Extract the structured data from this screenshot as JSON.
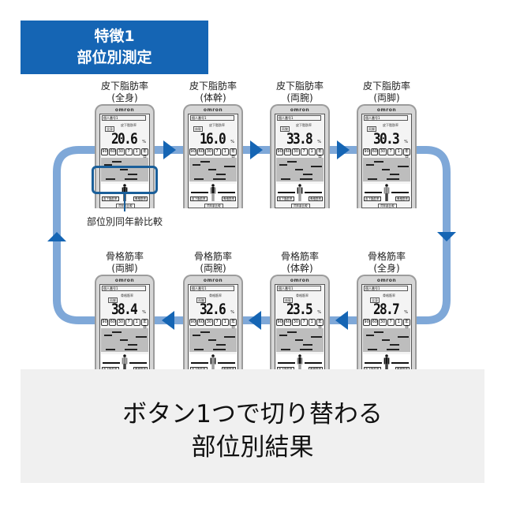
{
  "header": {
    "line1": "特徴1",
    "line2": "部位別測定"
  },
  "colors": {
    "badge": "#1565b4",
    "loop": "#7fa8d8",
    "arrow": "#1565b4",
    "highlight": "#1a5f9a",
    "bottom_panel": "#f0f0f0"
  },
  "device_common": {
    "logo": "omron",
    "person_id": "個人番号1",
    "percent": "%",
    "ages": [
      "90",
      "60",
      "30",
      "7",
      "1",
      "年日"
    ],
    "left_label": "皮下脂肪率",
    "right_label": "骨格筋率",
    "footer": "同年齢比較"
  },
  "devices": [
    {
      "title": "皮下脂肪率",
      "part": "(全身)",
      "metric": "皮下脂肪率",
      "part_tag": "全身",
      "value": "20.6",
      "figure_highlight": "whole"
    },
    {
      "title": "皮下脂肪率",
      "part": "(体幹)",
      "metric": "皮下脂肪率",
      "part_tag": "体幹",
      "value": "16.0",
      "figure_highlight": "trunk"
    },
    {
      "title": "皮下脂肪率",
      "part": "(両腕)",
      "metric": "皮下脂肪率",
      "part_tag": "両腕",
      "value": "33.8",
      "figure_highlight": "arms"
    },
    {
      "title": "皮下脂肪率",
      "part": "(両脚)",
      "metric": "皮下脂肪率",
      "part_tag": "両脚",
      "value": "30.3",
      "figure_highlight": "legs"
    },
    {
      "title": "骨格筋率",
      "part": "(全身)",
      "metric": "骨格筋率",
      "part_tag": "全身",
      "value": "28.7",
      "figure_highlight": "whole"
    },
    {
      "title": "骨格筋率",
      "part": "(体幹)",
      "metric": "骨格筋率",
      "part_tag": "体幹",
      "value": "23.5",
      "figure_highlight": "trunk"
    },
    {
      "title": "骨格筋率",
      "part": "(両腕)",
      "metric": "骨格筋率",
      "part_tag": "両腕",
      "value": "32.6",
      "figure_highlight": "arms"
    },
    {
      "title": "骨格筋率",
      "part": "(両脚)",
      "metric": "骨格筋率",
      "part_tag": "両脚",
      "value": "38.4",
      "figure_highlight": "legs"
    }
  ],
  "callout": "部位別同年齢比較",
  "bottom": {
    "line1": "ボタン1つで切り替わる",
    "line2": "部位別結果"
  }
}
